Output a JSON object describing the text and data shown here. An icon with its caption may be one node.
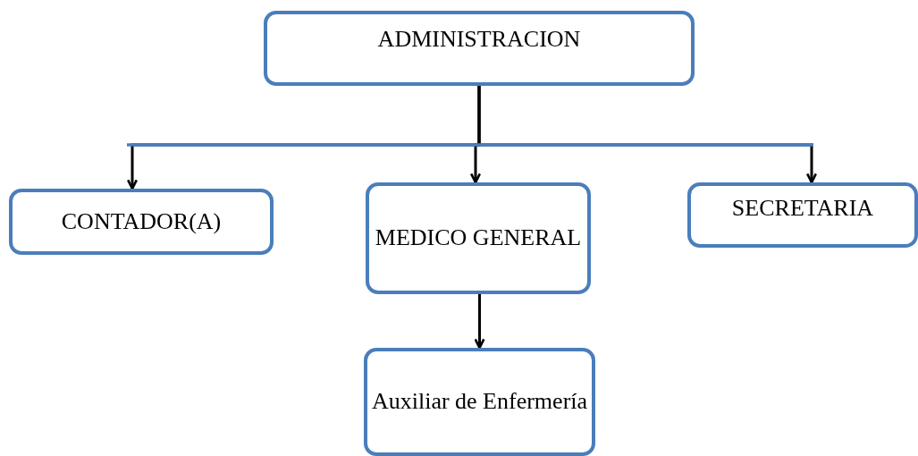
{
  "diagram": {
    "nodes": [
      {
        "text": [
          "ADMINISTRACION"
        ]
      },
      {
        "text": [
          "CONTADOR(A)"
        ]
      },
      {
        "text": [
          "MEDICO GENERAL"
        ]
      },
      {
        "text": [
          "SECRETARIA"
        ]
      },
      {
        "text": [
          "Auxiliar de Enfermería"
        ]
      }
    ],
    "edges": [
      {
        "from": 0,
        "to": 1,
        "arrow": "to"
      },
      {
        "from": 0,
        "to": 2,
        "arrow": "to"
      },
      {
        "from": 0,
        "to": 3,
        "arrow": "to"
      },
      {
        "from": 2,
        "to": 4,
        "arrow": "to"
      }
    ]
  }
}
